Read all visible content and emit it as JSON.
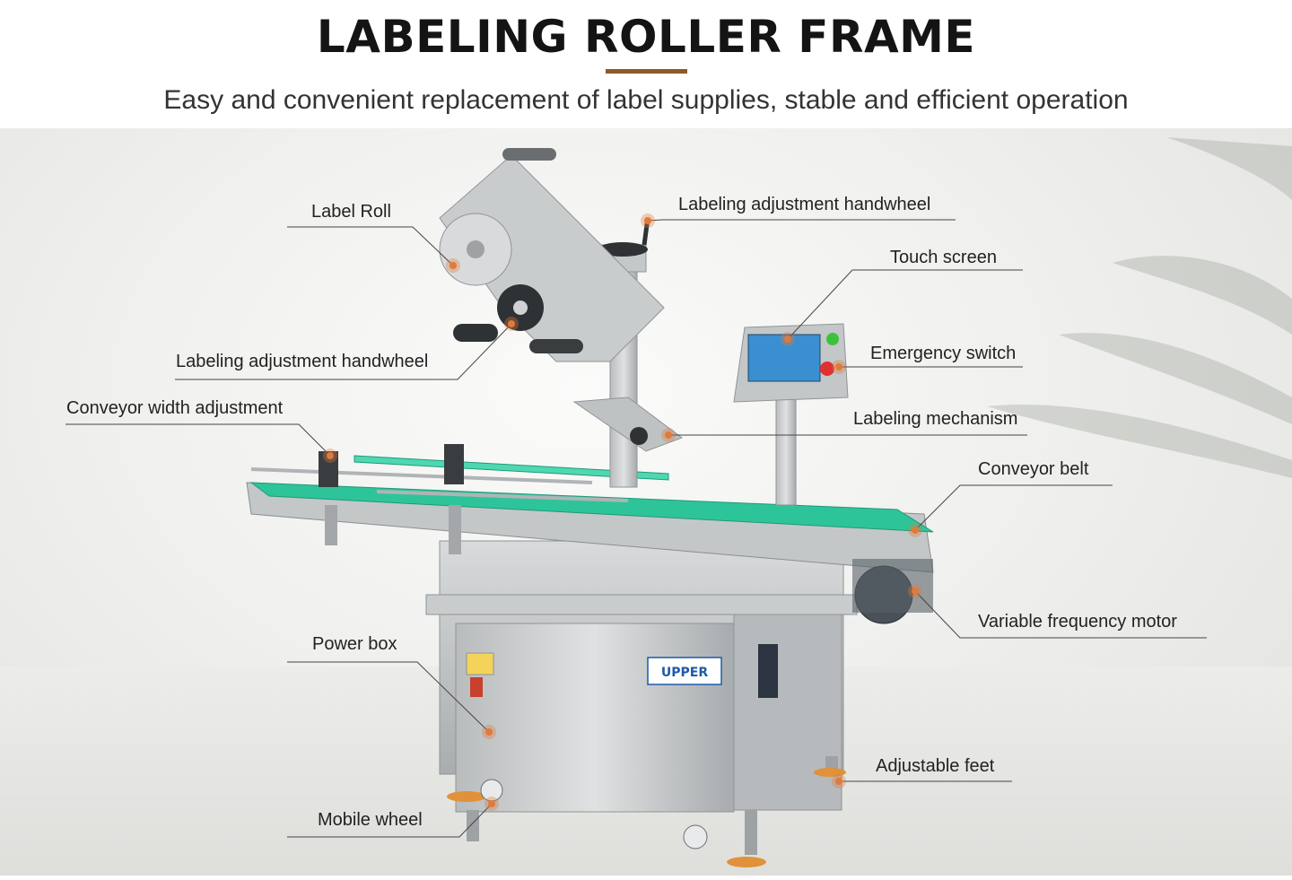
{
  "header": {
    "title": "LABELING ROLLER FRAME",
    "subtitle": "Easy and convenient replacement of label supplies, stable and efficient operation"
  },
  "callouts": {
    "label_roll": "Label Roll",
    "handwheel_top": "Labeling adjustment handwheel",
    "touch_screen": "Touch screen",
    "handwheel_left": "Labeling adjustment handwheel",
    "emergency_switch": "Emergency switch",
    "conveyor_width": "Conveyor width adjustment",
    "labeling_mechanism": "Labeling mechanism",
    "conveyor_belt": "Conveyor belt",
    "vf_motor": "Variable frequency motor",
    "power_box": "Power box",
    "adjustable_feet": "Adjustable feet",
    "mobile_wheel": "Mobile wheel"
  },
  "brand": {
    "logo_text": "UPPER"
  },
  "colors": {
    "marker": "#e07a3a",
    "accent_rule": "#8a5a2b",
    "belt": "#2ec49a"
  }
}
